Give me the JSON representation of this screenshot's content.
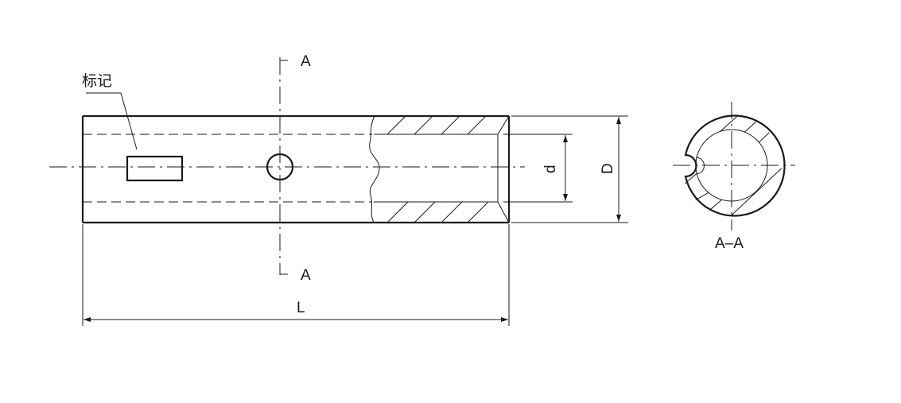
{
  "labels": {
    "marking": "标记",
    "section_top": "A",
    "section_bottom": "A",
    "inner_diameter": "d",
    "outer_diameter": "D",
    "length": "L",
    "section_view": "A–A"
  },
  "colors": {
    "line": "#1a1a1a",
    "background": "#ffffff"
  }
}
